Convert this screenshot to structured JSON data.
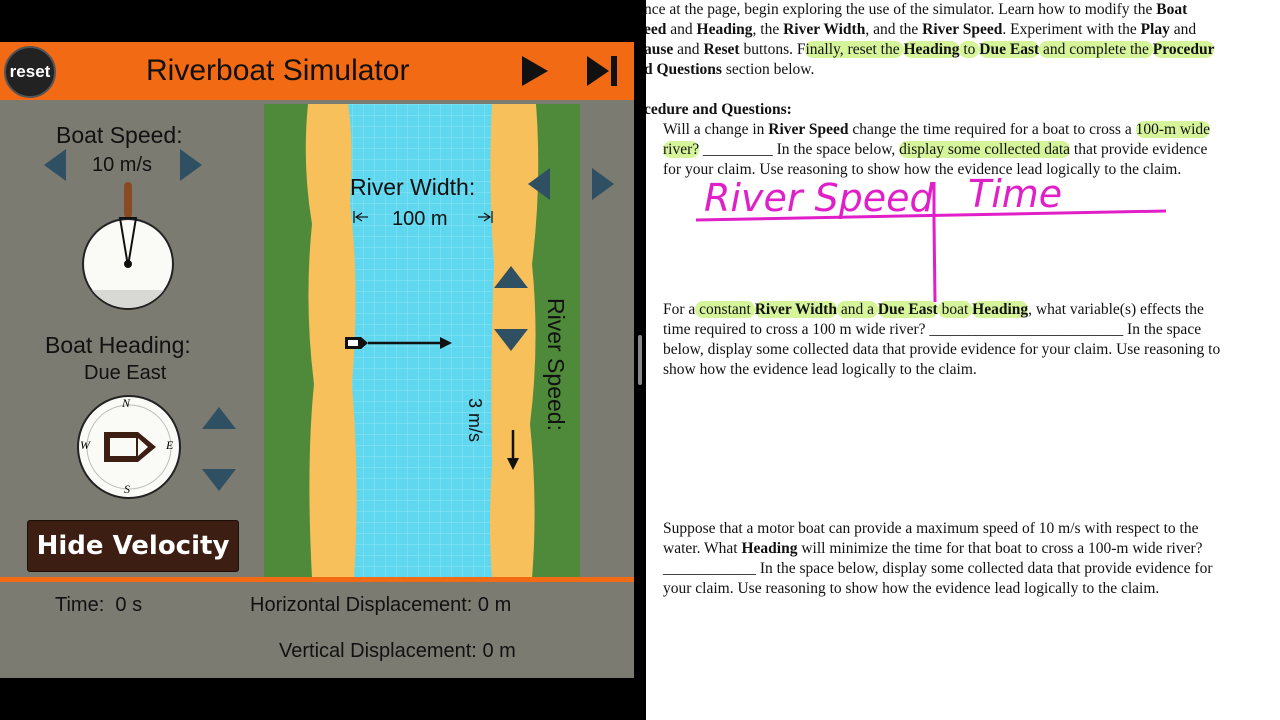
{
  "simulator": {
    "reset_label": "reset",
    "title": "Riverboat Simulator",
    "boat_speed_label": "Boat Speed:",
    "boat_speed_value": "10 m/s",
    "boat_heading_label": "Boat Heading:",
    "boat_heading_value": "Due East",
    "compass": {
      "n": "N",
      "e": "E",
      "s": "S",
      "w": "W"
    },
    "hide_velocity_label": "Hide Velocity",
    "river_width_label": "River Width:",
    "river_width_value": "100 m",
    "river_speed_label": "River Speed:",
    "river_speed_value": "3 m/s",
    "time_label": "Time:",
    "time_value": "0 s",
    "hdisp_label": "Horizontal Displacement:",
    "hdisp_value": "0 m",
    "vdisp_label": "Vertical Displacement:",
    "vdisp_value": "0 m",
    "colors": {
      "header": "#f26a14",
      "panel": "#7c7b72",
      "water": "#5fd7ee",
      "sand": "#f7c05a",
      "grass": "#4f8a3a"
    }
  },
  "doc": {
    "line1": [
      {
        "t": "nce at the page, begin exploring the use of the simulator. Learn how to modify the ",
        "b": false
      },
      {
        "t": "Boat",
        "b": true
      }
    ],
    "line2": [
      {
        "t": "eed",
        "b": true
      },
      {
        "t": " and ",
        "b": false
      },
      {
        "t": "Heading",
        "b": true
      },
      {
        "t": ", the ",
        "b": false
      },
      {
        "t": "River Width",
        "b": true
      },
      {
        "t": ", and the ",
        "b": false
      },
      {
        "t": "River Speed",
        "b": true
      },
      {
        "t": ". Experiment with the ",
        "b": false
      },
      {
        "t": "Play",
        "b": true
      },
      {
        "t": " and",
        "b": false
      }
    ],
    "line3": [
      {
        "t": "ause",
        "b": true
      },
      {
        "t": " and ",
        "b": false
      },
      {
        "t": "Reset",
        "b": true
      },
      {
        "t": " buttons. F",
        "b": false
      },
      {
        "t": "inally, reset the ",
        "b": false,
        "h": true
      },
      {
        "t": "Heading",
        "b": true,
        "h": true
      },
      {
        "t": " to ",
        "b": false,
        "h": true
      },
      {
        "t": "Due East",
        "b": true,
        "h": true
      },
      {
        "t": " and complete the ",
        "b": false,
        "h": true
      },
      {
        "t": "Procedur",
        "b": true,
        "h": true
      }
    ],
    "line4": [
      {
        "t": "d Questions",
        "b": true
      },
      {
        "t": " section below.",
        "b": false
      }
    ],
    "heading": "cedure and Questions:",
    "q1_l1": [
      {
        "t": "Will a change in ",
        "b": false
      },
      {
        "t": "River Speed",
        "b": true
      },
      {
        "t": " change the time required for a boat to cross a ",
        "b": false
      },
      {
        "t": "100-m wide",
        "b": false,
        "h": true
      }
    ],
    "q1_l2": [
      {
        "t": "river?",
        "b": false,
        "h": true
      },
      {
        "t": " _________ In the space below, ",
        "b": false
      },
      {
        "t": "display some collected data",
        "b": false,
        "h": true
      },
      {
        "t": " that provide evidence",
        "b": false
      }
    ],
    "q1_l3": "for your claim. Use reasoning to show how the evidence lead logically to the claim.",
    "handwriting_col1": "River Speed",
    "handwriting_col2": "Time",
    "q2_l1": [
      {
        "t": "For a",
        "b": false
      },
      {
        "t": " constant ",
        "b": false,
        "h": true
      },
      {
        "t": "River Width",
        "b": true,
        "h": true
      },
      {
        "t": " and a ",
        "b": false,
        "h": true
      },
      {
        "t": "Due East",
        "b": true,
        "h": true
      },
      {
        "t": " boat ",
        "b": false,
        "h": true
      },
      {
        "t": "Heading",
        "b": true,
        "h": true
      },
      {
        "t": ", what variable(s) effects the",
        "b": false
      }
    ],
    "q2_l2": "time required to cross a 100 m wide river? _________________________ In the space",
    "q2_l3": "below, display some collected data that provide evidence for your claim. Use reasoning to",
    "q2_l4": "show how the evidence lead logically to the claim.",
    "q3_l1": "Suppose that a motor boat can provide a maximum speed of 10 m/s with respect to the",
    "q3_l2": [
      {
        "t": "water. What ",
        "b": false
      },
      {
        "t": "Heading",
        "b": true
      },
      {
        "t": " will minimize the time for that boat to cross a 100-m wide river?",
        "b": false
      }
    ],
    "q3_l3": "____________ In the space below, display some collected data that provide evidence for",
    "q3_l4": "your claim. Use reasoning to show how the evidence lead logically to the claim."
  }
}
